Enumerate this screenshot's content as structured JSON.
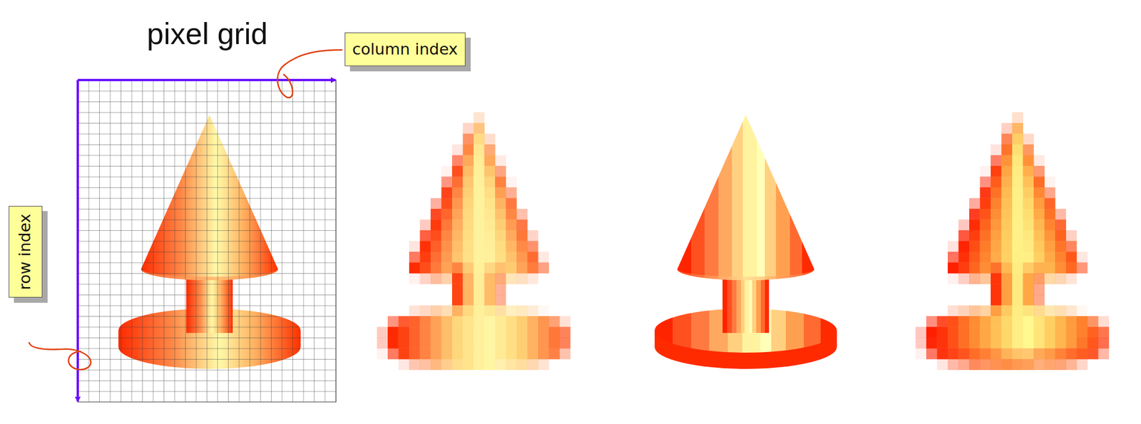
{
  "diagram": {
    "title": "pixel grid",
    "nodes": [
      {
        "text": [
          "column index"
        ]
      },
      {
        "text": [
          "row index"
        ]
      }
    ]
  }
}
